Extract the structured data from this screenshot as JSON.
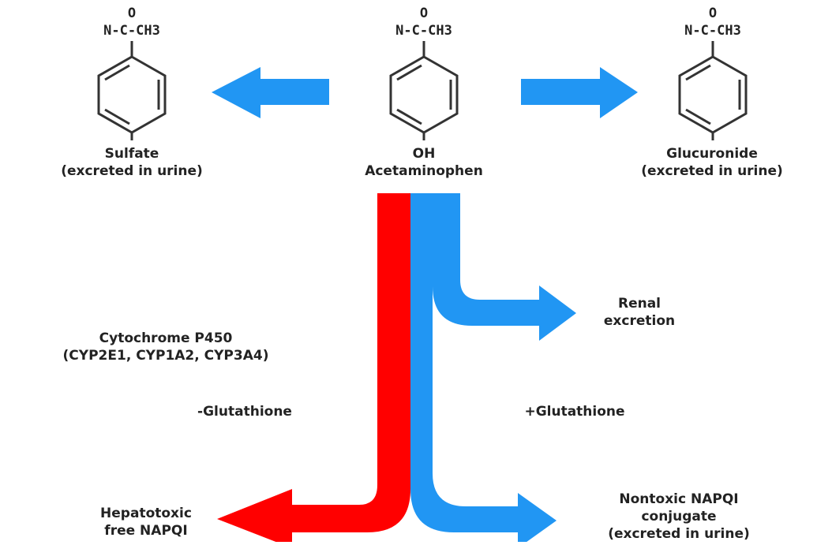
{
  "molecules": {
    "left": {
      "oxygen": "O",
      "amide": "N-C-CH3",
      "bottom": "",
      "name": "Sulfate",
      "note": "(excreted in urine)"
    },
    "center": {
      "oxygen": "O",
      "amide": "N-C-CH3",
      "bottom": "OH",
      "name": "Acetaminophen"
    },
    "right": {
      "oxygen": "O",
      "amide": "N-C-CH3",
      "bottom": "",
      "name": "Glucuronide",
      "note": "(excreted in urine)"
    }
  },
  "pathways": {
    "renal": {
      "line1": "Renal",
      "line2": "excretion"
    },
    "enzyme": {
      "line1": "Cytochrome P450",
      "line2": "(CYP2E1, CYP1A2, CYP3A4)"
    },
    "minus_glutathione": "-Glutathione",
    "plus_glutathione": "+Glutathione",
    "hepatotoxic": {
      "line1": "Hepatotoxic",
      "line2": "free NAPQI"
    },
    "nontoxic": {
      "line1": "Nontoxic NAPQI",
      "line2": "conjugate",
      "line3": "(excreted in urine)"
    }
  },
  "colors": {
    "toxic": "#ff0000",
    "benign": "#2196f3",
    "bond": "#333333"
  }
}
